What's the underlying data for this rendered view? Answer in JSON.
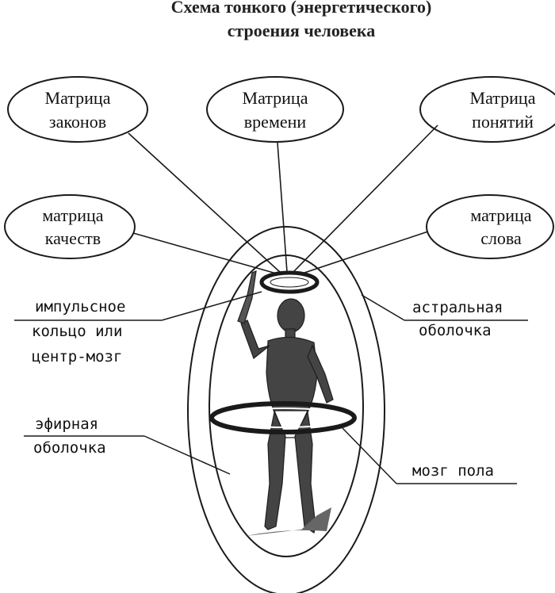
{
  "title": {
    "line1": "Схема  тонкого (энергетического)",
    "line2": "строения человека"
  },
  "nodes": {
    "laws": {
      "line1": "Матрица",
      "line2": "законов"
    },
    "time": {
      "line1": "Матрица",
      "line2": "времени"
    },
    "concepts": {
      "line1": "Матрица",
      "line2": "понятий"
    },
    "qualities": {
      "line1": "матрица",
      "line2": "качеств"
    },
    "word": {
      "line1": "матрица",
      "line2": "слова"
    }
  },
  "labels": {
    "impulse": {
      "line1": "импульсное",
      "line2": "кольцо или",
      "line3": "центр-мозг"
    },
    "astral": {
      "line1": "астральная",
      "line2": "оболочка"
    },
    "etheric": {
      "line1": "эфирная",
      "line2": "оболочка"
    },
    "sexbrain": {
      "line1": "мозг пола"
    }
  },
  "colors": {
    "ink": "#1a1a1a",
    "figure": "#3a3a3a",
    "background": "#ffffff"
  }
}
